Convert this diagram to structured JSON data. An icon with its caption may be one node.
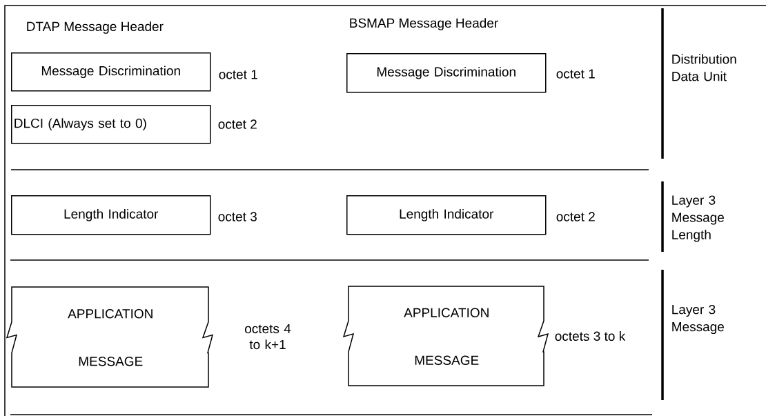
{
  "diagram": {
    "nodes": [
      {
        "text": [
          "Message Discrimination"
        ],
        "beside": [
          "octet 1"
        ]
      },
      {
        "text": [
          "Message Discrimination"
        ],
        "beside": [
          "octet 1"
        ]
      },
      {
        "text": [
          "DLCI (Always set to 0)"
        ],
        "beside": [
          "octet 2"
        ]
      },
      {
        "text": [
          "Length Indicator"
        ],
        "beside": [
          "octet 3"
        ]
      },
      {
        "text": [
          "Length Indicator"
        ],
        "beside": [
          "octet 2"
        ]
      },
      {
        "text": [
          "APPLICATION",
          "MESSAGE"
        ],
        "beside": [
          "octets 4 to k+1"
        ]
      },
      {
        "text": [
          "APPLICATION",
          "MESSAGE"
        ],
        "beside": [
          "octets 3 to k"
        ]
      }
    ],
    "labels": [
      "DTAP Message Header",
      "BSMAP Message Header",
      "Distribution Data Unit",
      "Layer 3 Message Length",
      "Layer 3 Message"
    ]
  }
}
